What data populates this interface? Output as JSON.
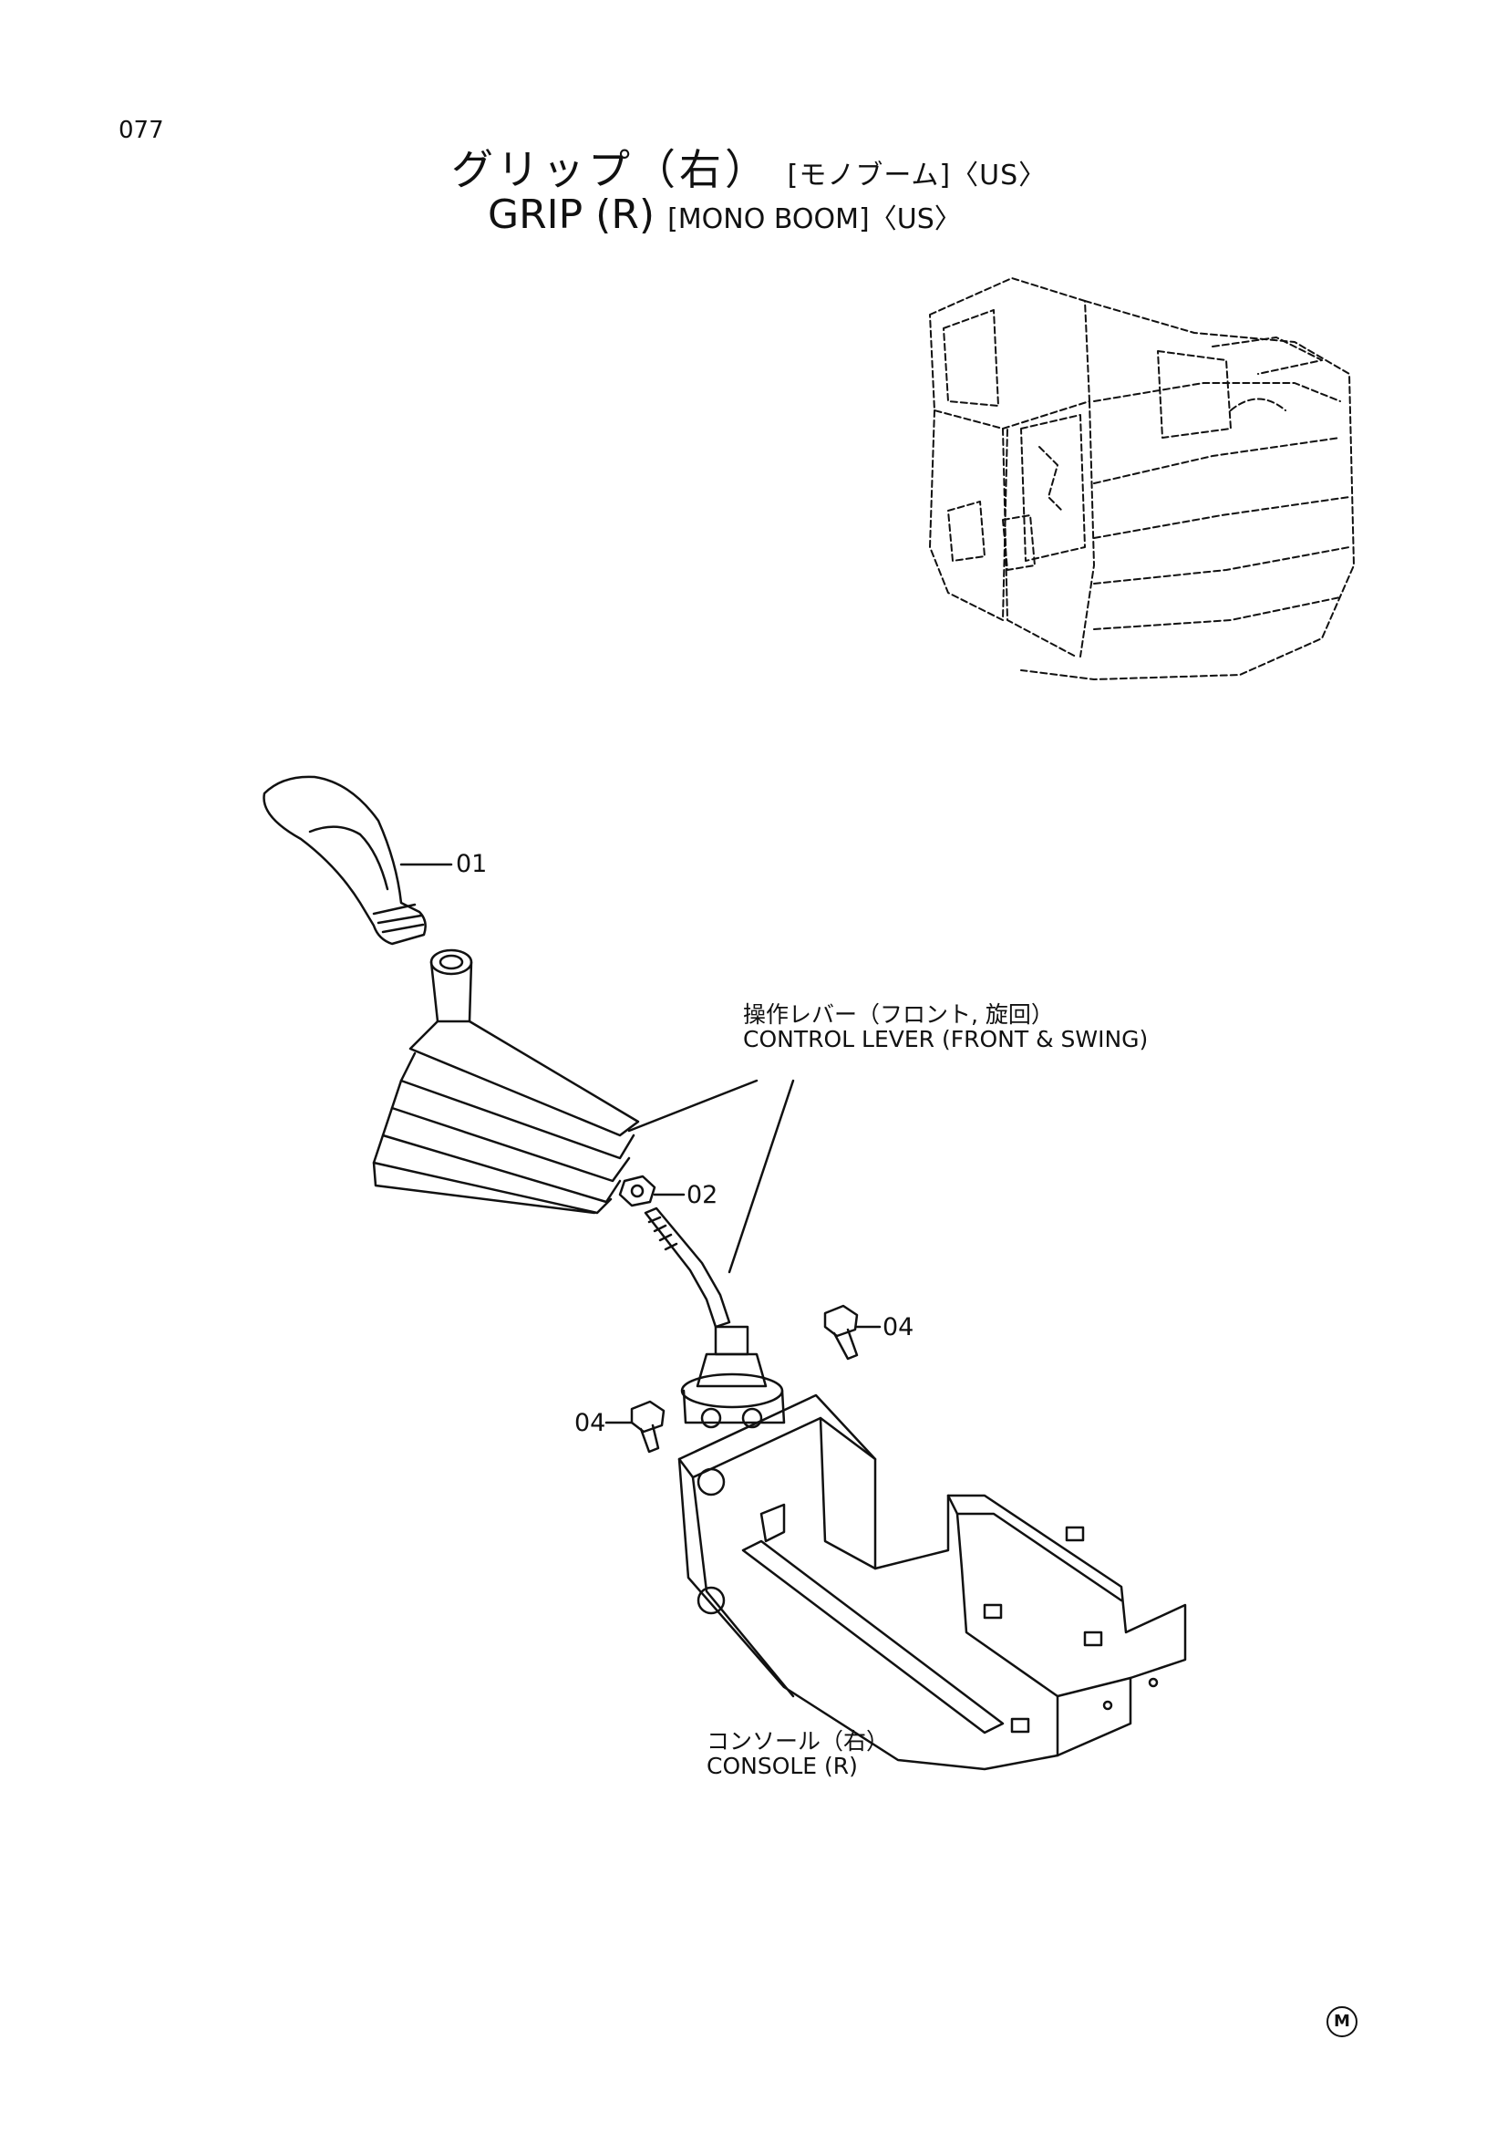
{
  "page": {
    "number": "077"
  },
  "title": {
    "jp": "グリップ（右）",
    "jp_sub": "[モノブーム]〈US〉",
    "en": "GRIP (R)",
    "en_sub": "[MONO BOOM]〈US〉"
  },
  "labels": {
    "control_lever_jp": "操作レバー（フロント, 旋回）",
    "control_lever_en": "CONTROL LEVER (FRONT & SWING)",
    "console_jp": "コンソール（右）",
    "console_en": "CONSOLE (R)"
  },
  "parts": [
    {
      "number": "01"
    },
    {
      "number": "02"
    },
    {
      "number": "04"
    },
    {
      "number": "04"
    }
  ],
  "corner_mark": "M"
}
